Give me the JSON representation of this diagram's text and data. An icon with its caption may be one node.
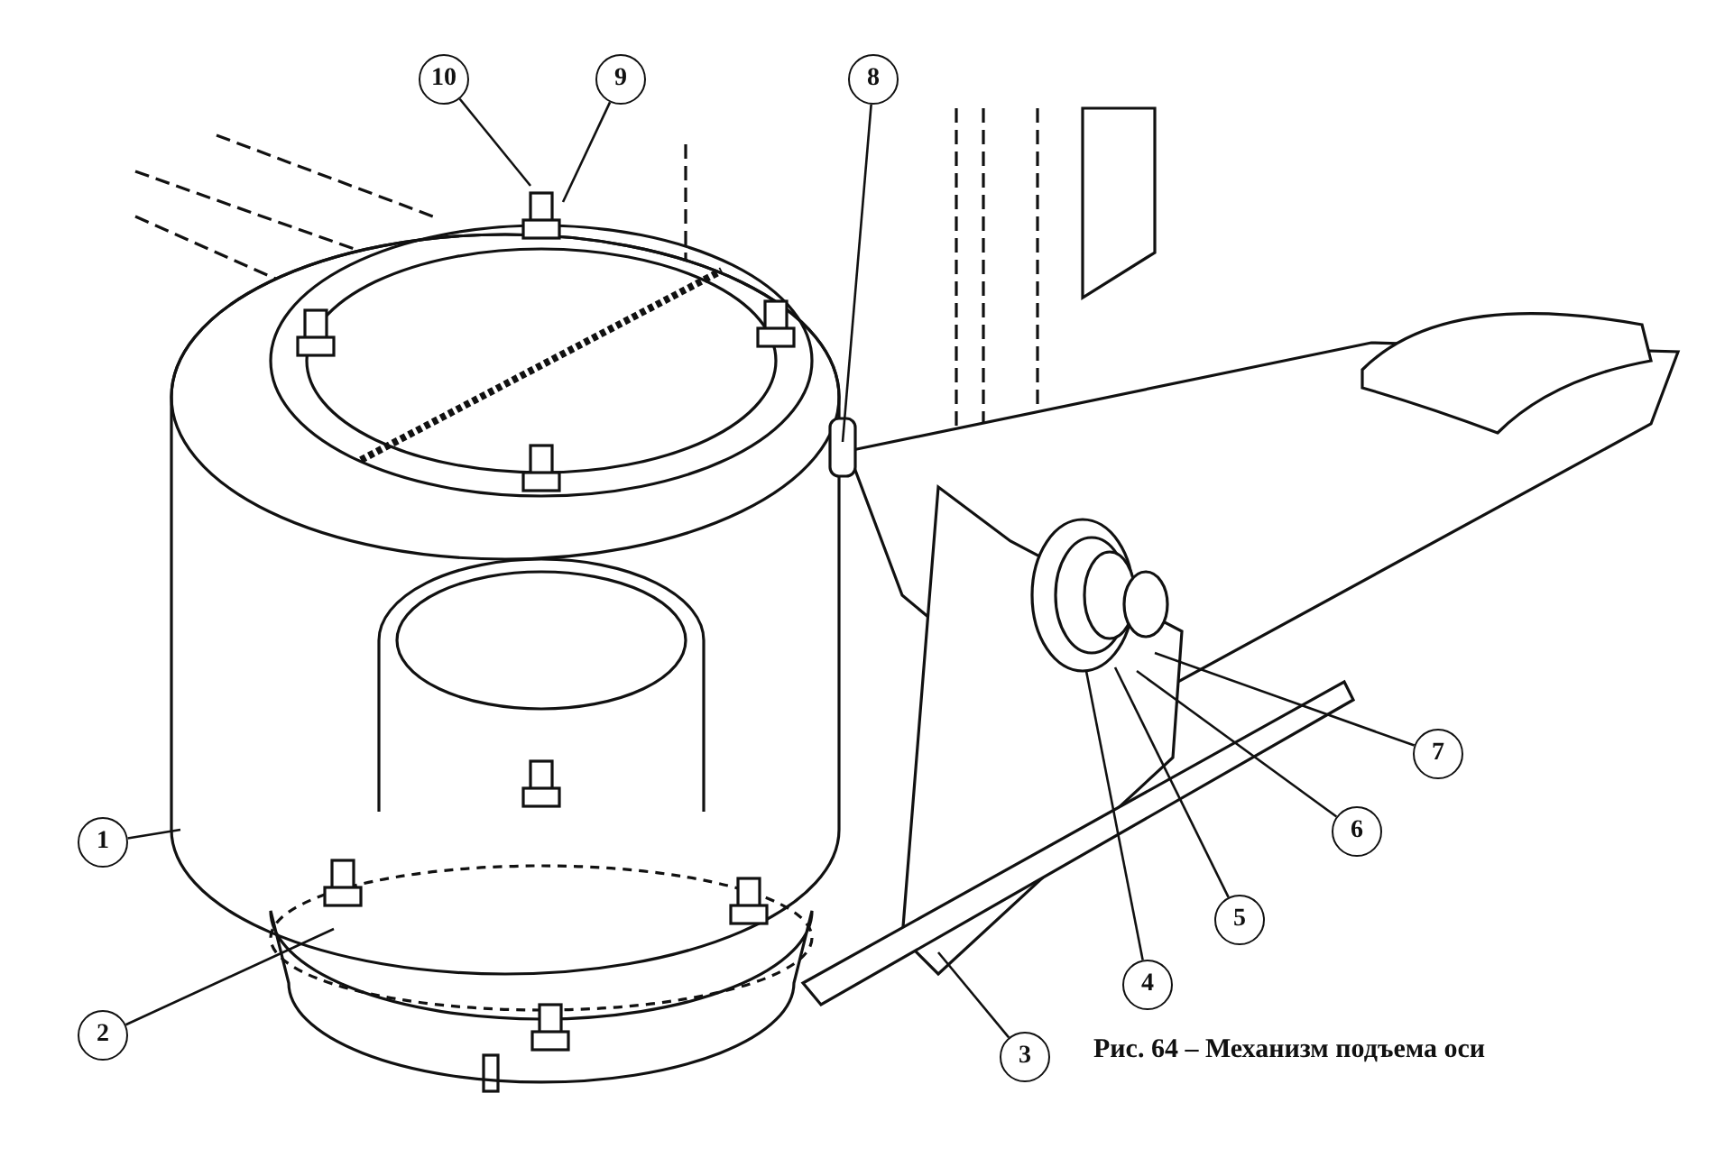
{
  "diagram": {
    "caption": "Рис. 64 – Механизм подъема оси",
    "nodes": [
      {
        "text": [
          "10"
        ]
      },
      {
        "text": [
          "9"
        ]
      },
      {
        "text": [
          "8"
        ]
      },
      {
        "text": [
          "7"
        ]
      },
      {
        "text": [
          "6"
        ]
      },
      {
        "text": [
          "1"
        ]
      },
      {
        "text": [
          "5"
        ]
      },
      {
        "text": [
          "4"
        ]
      },
      {
        "text": [
          "2"
        ]
      },
      {
        "text": [
          "3"
        ]
      }
    ],
    "edges": [
      {
        "from": 0,
        "to": null,
        "arrow": "none"
      },
      {
        "from": 1,
        "to": null,
        "arrow": "none"
      },
      {
        "from": 2,
        "to": null,
        "arrow": "none"
      },
      {
        "from": 3,
        "to": null,
        "arrow": "none"
      },
      {
        "from": 4,
        "to": null,
        "arrow": "none"
      },
      {
        "from": 5,
        "to": null,
        "arrow": "none"
      },
      {
        "from": 6,
        "to": null,
        "arrow": "none"
      },
      {
        "from": 7,
        "to": null,
        "arrow": "none"
      },
      {
        "from": 8,
        "to": null,
        "arrow": "none"
      },
      {
        "from": 9,
        "to": null,
        "arrow": "none"
      }
    ]
  }
}
